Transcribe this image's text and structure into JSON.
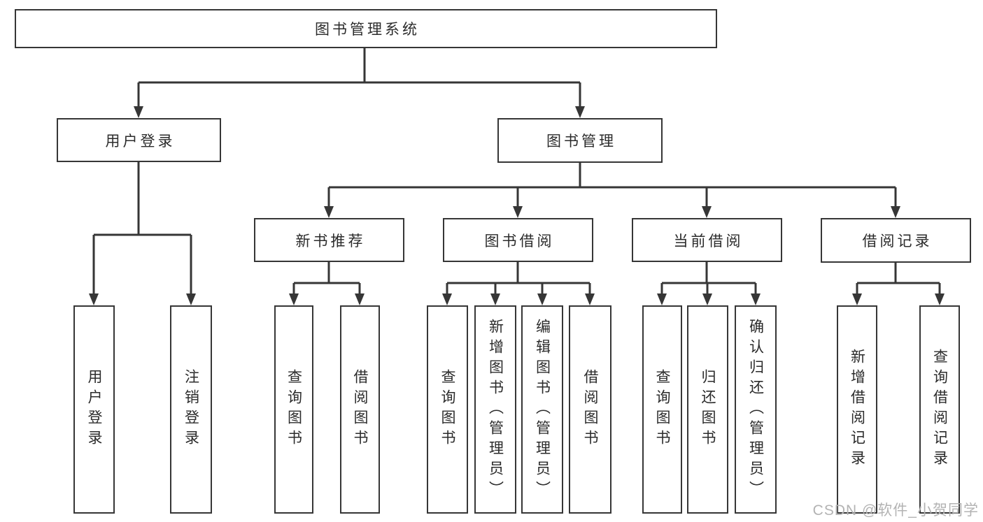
{
  "diagram": {
    "title_node": "图书管理系统",
    "tree": {
      "label": "图书管理系统",
      "children": [
        {
          "label": "用户登录",
          "children": [
            {
              "label": "用户登录"
            },
            {
              "label": "注销登录"
            }
          ]
        },
        {
          "label": "图书管理",
          "children": [
            {
              "label": "新书推荐",
              "children": [
                {
                  "label": "查询图书"
                },
                {
                  "label": "借阅图书"
                }
              ]
            },
            {
              "label": "图书借阅",
              "children": [
                {
                  "label": "查询图书"
                },
                {
                  "label": "新增图书（管理员）"
                },
                {
                  "label": "编辑图书（管理员）"
                },
                {
                  "label": "借阅图书"
                }
              ]
            },
            {
              "label": "当前借阅",
              "children": [
                {
                  "label": "查询图书"
                },
                {
                  "label": "归还图书"
                },
                {
                  "label": "确认归还（管理员）"
                }
              ]
            },
            {
              "label": "借阅记录",
              "children": [
                {
                  "label": "新增借阅记录"
                },
                {
                  "label": "查询借阅记录"
                }
              ]
            }
          ]
        }
      ]
    },
    "colors": {
      "line": "#363636",
      "text": "#2b2b2b",
      "background": "#ffffff",
      "watermark": "#b3b3b3"
    }
  },
  "watermark": {
    "text": "CSDN @软件_小贺同学"
  }
}
